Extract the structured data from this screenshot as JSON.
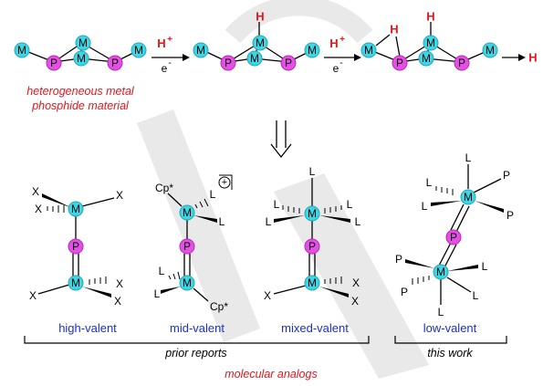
{
  "labels": {
    "metal": "M",
    "phosphorus": "P",
    "hydrogen": "H",
    "proton": "H",
    "plus": "+",
    "electron": "e",
    "minus": "-",
    "x": "X",
    "l": "L",
    "cp": "Cp*"
  },
  "caption": {
    "line1": "heterogeneous metal",
    "line2": "phosphide material"
  },
  "categories": {
    "high": "high-valent",
    "mid": "mid-valent",
    "mixed": "mixed-valent",
    "low": "low-valent"
  },
  "groups": {
    "prior": "prior reports",
    "this": "this work"
  },
  "footer": "molecular analogs",
  "colors": {
    "metal": "#3cd7e6",
    "phosphorus": "#e64fe6",
    "red": "#e8141c",
    "blue": "#1a2fd0"
  }
}
